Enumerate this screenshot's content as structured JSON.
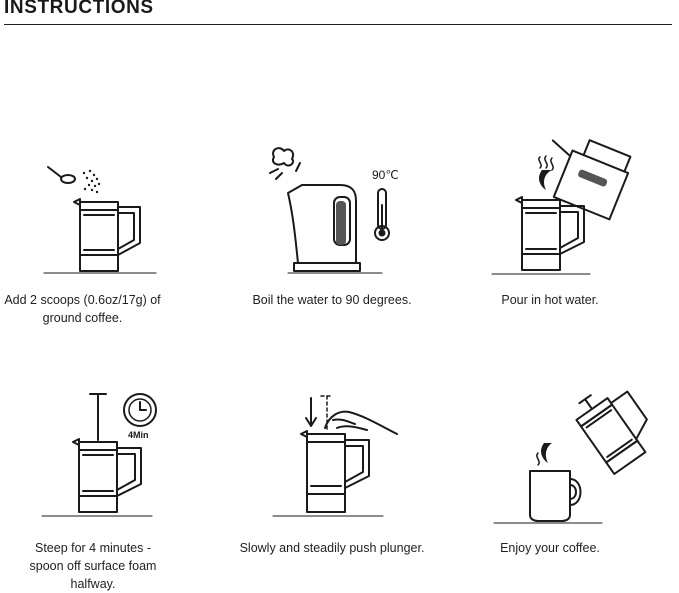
{
  "header": {
    "title": "INSTRUCTIONS"
  },
  "steps": [
    {
      "caption": "Add 2 scoops (0.6oz/17g) of ground coffee.",
      "icon": "scoop-press-icon"
    },
    {
      "caption": "Boil the water to 90 degrees.",
      "icon": "kettle-thermometer-icon",
      "temperature_label": "90℃"
    },
    {
      "caption": "Pour in hot water.",
      "icon": "pour-kettle-press-icon"
    },
    {
      "caption": "Steep for 4 minutes - spoon off surface foam halfway.",
      "icon": "steep-timer-icon",
      "timer_label": "4Min"
    },
    {
      "caption": "Slowly and steadily push plunger.",
      "icon": "push-plunger-icon"
    },
    {
      "caption": "Enjoy your coffee.",
      "icon": "pour-mug-icon"
    }
  ]
}
